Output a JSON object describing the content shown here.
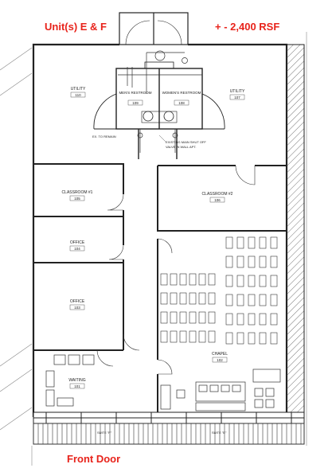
{
  "header": {
    "units_label": "Unit(s) E & F",
    "area_label": "+ - 2,400 RSF"
  },
  "footer": {
    "entrance_label": "Front Door"
  },
  "rooms": {
    "utility_left": {
      "name": "UTILITY",
      "number": "110"
    },
    "utility_right": {
      "name": "UTILITY",
      "number": "107"
    },
    "mens": {
      "name": "MEN'S RESTROOM",
      "number": "109"
    },
    "womens": {
      "name": "WOMEN'S RESTROOM",
      "number": "108"
    },
    "classroom1": {
      "name": "CLASSROOM #1",
      "number": "105"
    },
    "classroom2": {
      "name": "CLASSROOM #2",
      "number": "106"
    },
    "office104": {
      "name": "OFFICE",
      "number": "104"
    },
    "office103": {
      "name": "OFFICE",
      "number": "103"
    },
    "chapel": {
      "name": "CHAPEL",
      "number": "102"
    },
    "waiting": {
      "name": "WAITING",
      "number": "101"
    }
  },
  "notes": {
    "remain": "EX. TO REMAIN",
    "shutoff_line1": "EXISTING MAIN SHUT OFF",
    "shutoff_line2": "VALVE IN WALL APT."
  },
  "suites": {
    "suite_f": "SUITE \"F\"",
    "suite_e": "SUITE \"E\""
  },
  "colors": {
    "header_red": "#e8231b",
    "wall": "#222222",
    "hatch": "#555555"
  }
}
